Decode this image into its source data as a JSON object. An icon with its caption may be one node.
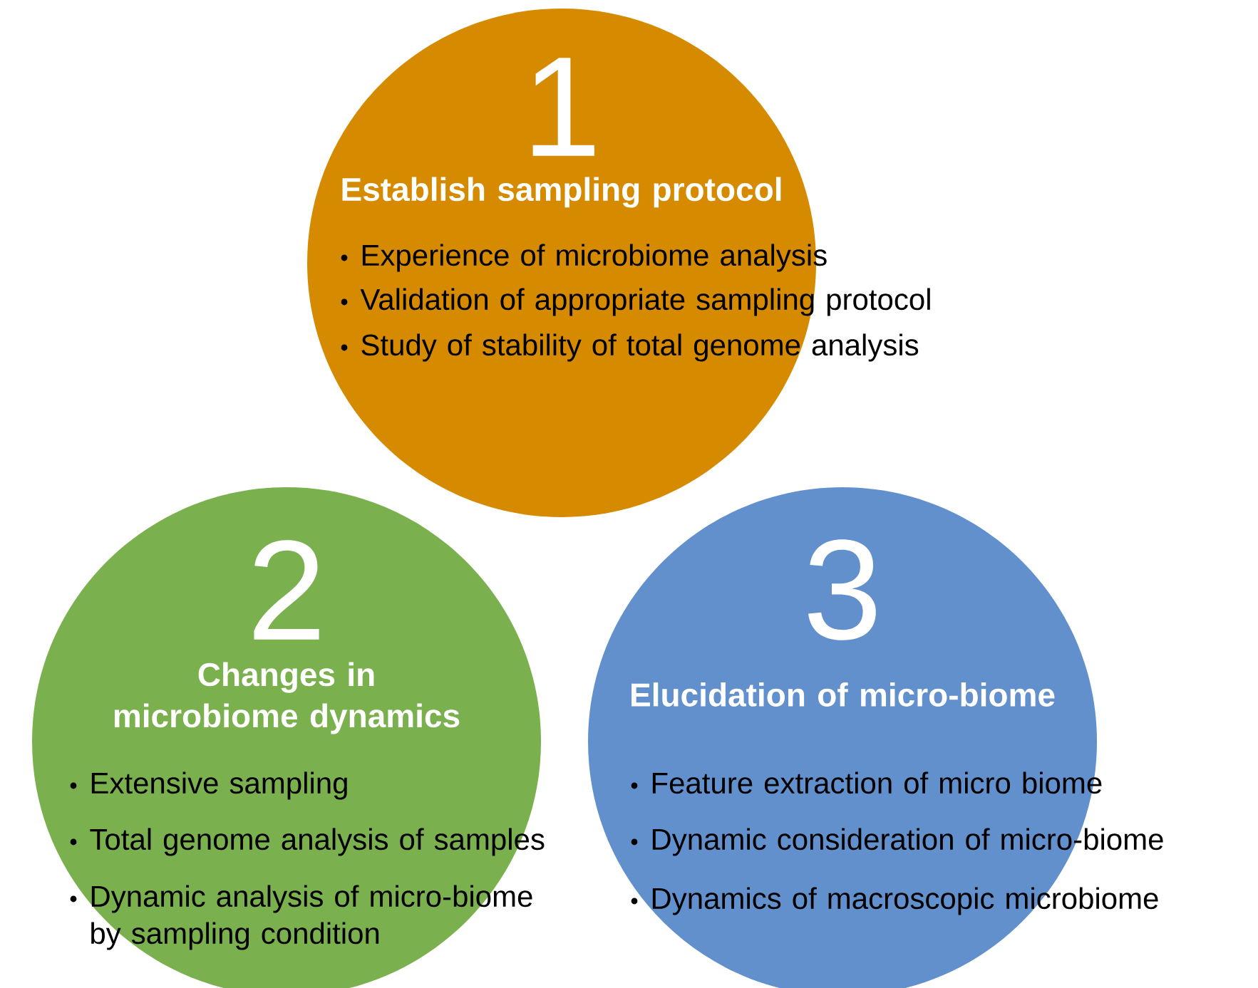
{
  "diagram": {
    "nodes": [
      {
        "text": [
          "1",
          "Establish sampling protocol",
          "Experience of microbiome analysis",
          "Validation of appropriate sampling protocol",
          "Study of stability of total genome analysis"
        ]
      },
      {
        "text": [
          "2",
          "Changes in microbiome dynamics",
          "Extensive sampling",
          "Total genome analysis of samples",
          "Dynamic analysis of micro-biome by sampling condition"
        ]
      },
      {
        "text": [
          "3",
          "Elucidation of micro-biome",
          "Feature extraction of micro biome",
          "Dynamic consideration of micro-biome",
          "Dynamics of macroscopic microbiome"
        ]
      }
    ]
  }
}
